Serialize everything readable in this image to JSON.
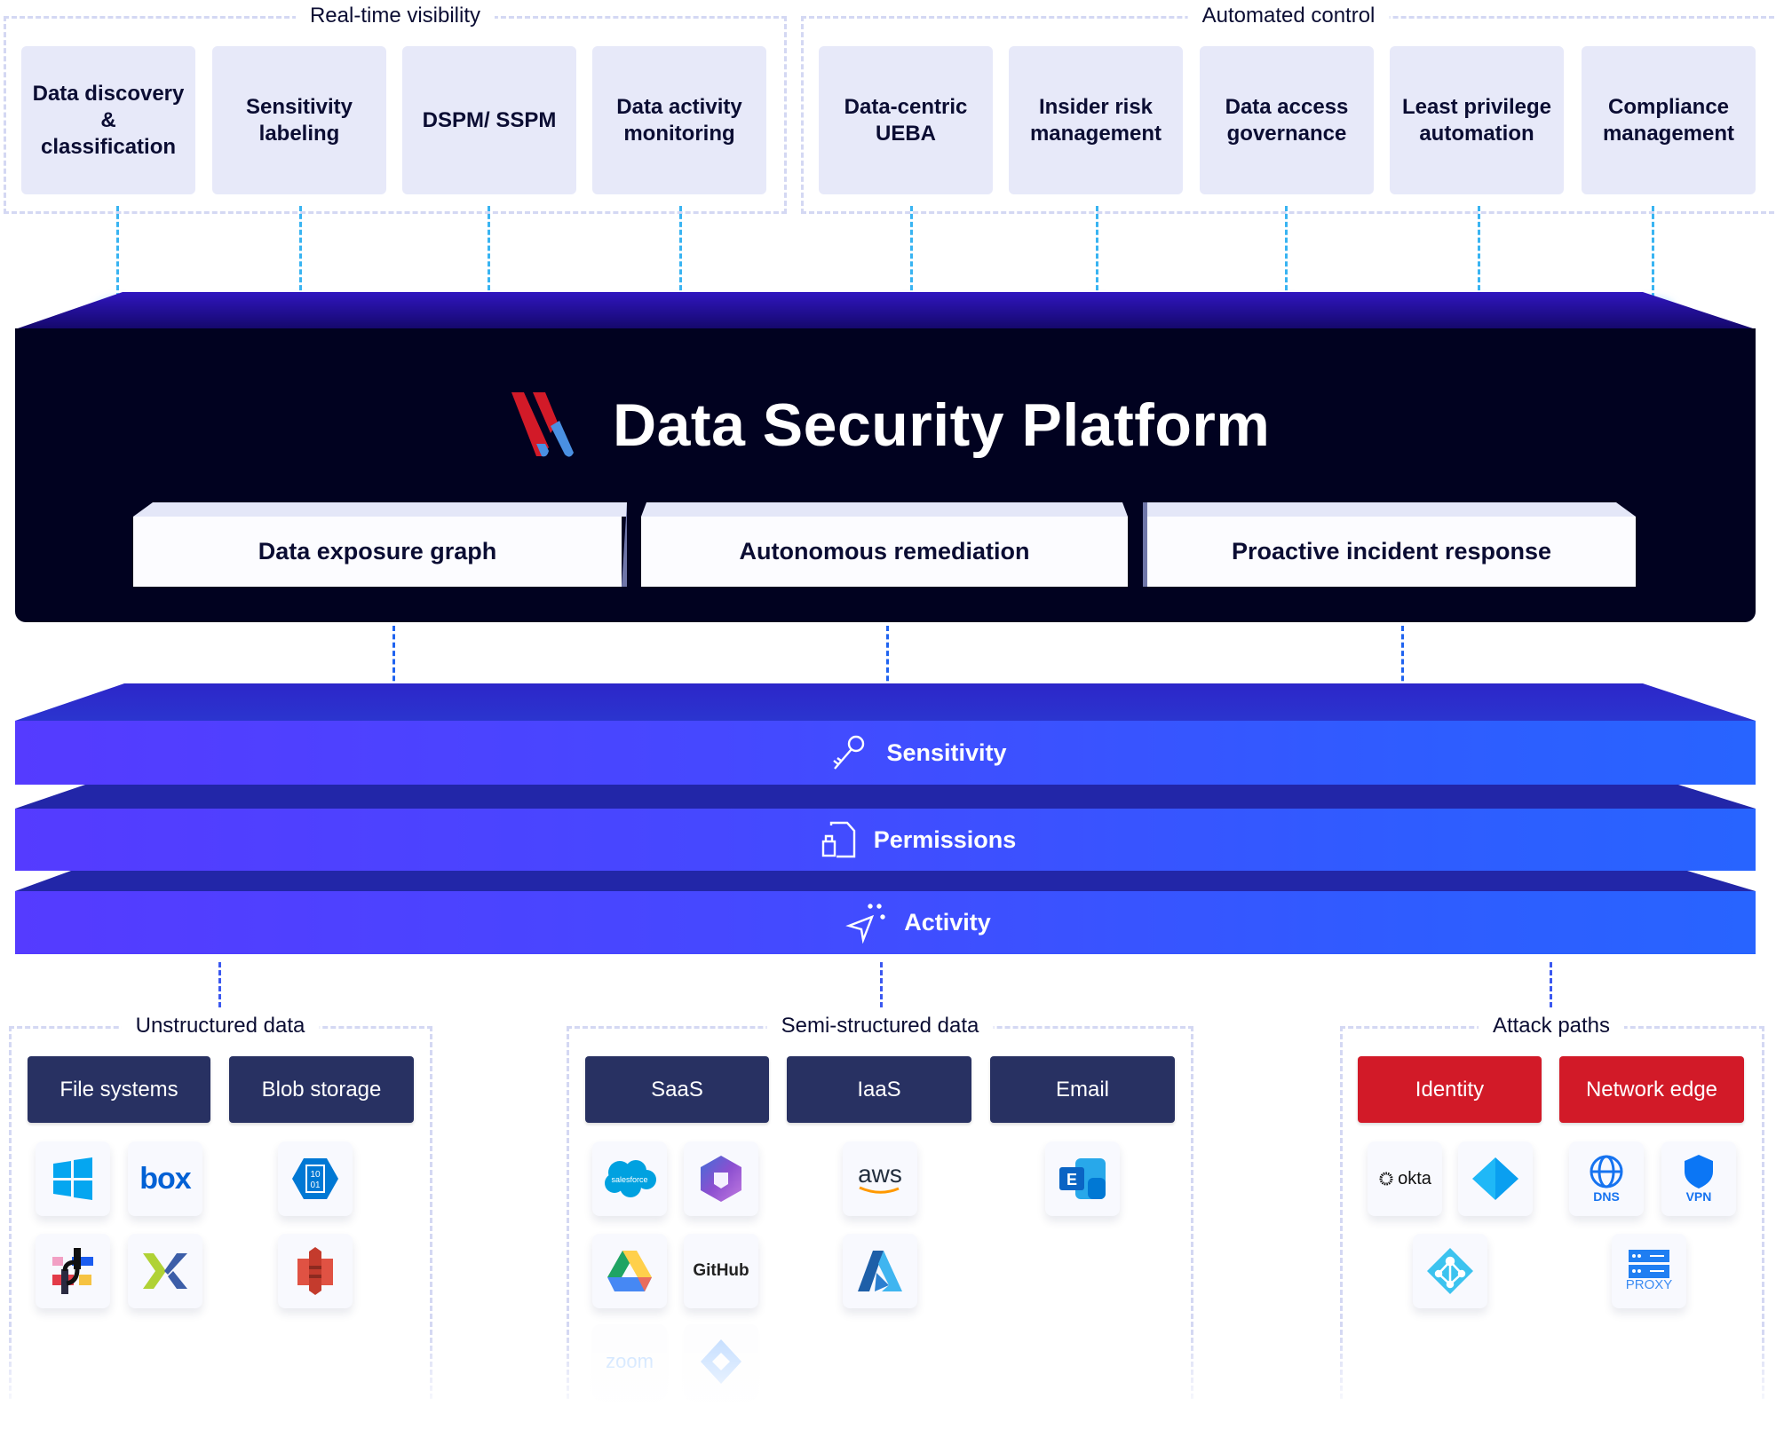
{
  "top_groups": [
    {
      "label": "Real-time visibility",
      "cards": [
        "Data discovery & classification",
        "Sensitivity labeling",
        "DSPM/ SSPM",
        "Data activity monitoring"
      ]
    },
    {
      "label": "Automated control",
      "cards": [
        "Data-centric UEBA",
        "Insider risk management",
        "Data access governance",
        "Least privilege automation",
        "Compliance management"
      ]
    }
  ],
  "platform": {
    "title": "Data Security Platform",
    "logo": "varonis-logo",
    "modules": [
      "Data exposure graph",
      "Autonomous remediation",
      "Proactive incident response"
    ]
  },
  "layers": [
    {
      "label": "Sensitivity",
      "icon": "key-icon"
    },
    {
      "label": "Permissions",
      "icon": "file-lock-icon"
    },
    {
      "label": "Activity",
      "icon": "cursor-sparkle-icon"
    }
  ],
  "bottom_groups": [
    {
      "label": "Unstructured data",
      "buttons": [
        "File systems",
        "Blob storage"
      ],
      "tiles": [
        "windows-logo",
        "box-logo",
        "azure-blob-logo",
        "nasuni-logo",
        "nutanix-logo",
        "aws-s3-logo"
      ]
    },
    {
      "label": "Semi-structured data",
      "buttons": [
        "SaaS",
        "IaaS",
        "Email"
      ],
      "tiles": [
        "salesforce-logo",
        "microsoft365-logo",
        "aws-logo",
        "exchange-logo",
        "google-drive-logo",
        "github-logo",
        "azure-logo",
        "zoom-logo",
        "jira-logo"
      ]
    },
    {
      "label": "Attack paths",
      "buttons": [
        "Identity",
        "Network edge"
      ],
      "tiles": [
        "okta-logo",
        "entra-id-logo",
        "dns-icon",
        "vpn-icon",
        "active-directory-logo",
        "proxy-icon"
      ],
      "tile_labels": {
        "dns": "DNS",
        "vpn": "VPN",
        "proxy": "PROXY"
      }
    }
  ],
  "logo_text": {
    "box": "box",
    "aws": "aws",
    "github": "GitHub",
    "okta": "okta",
    "zoom": "zoom",
    "salesforce": "salesforce"
  },
  "colors": {
    "card_bg": "#e7e9f9",
    "platform_bg": "#010220",
    "layer_start": "#553bff",
    "layer_end": "#2864ff",
    "button_dark": "#283162",
    "button_red": "#d21a28",
    "connector": "#39b4f2"
  }
}
